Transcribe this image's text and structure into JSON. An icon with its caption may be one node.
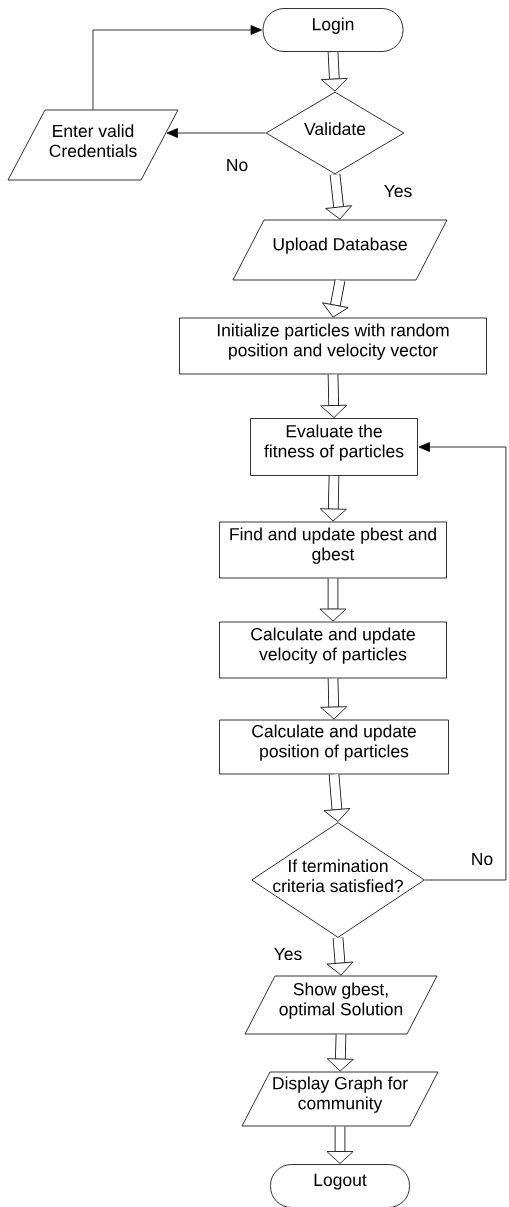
{
  "diagram": {
    "nodes": [
      {
        "text": [
          "Login"
        ]
      },
      {
        "text": [
          "Validate"
        ]
      },
      {
        "text": [
          "Enter valid Credentials"
        ]
      },
      {
        "text": [
          "Upload Database"
        ]
      },
      {
        "text": [
          "Initialize particles with random position and velocity vector"
        ]
      },
      {
        "text": [
          "Evaluate the fitness of particles"
        ]
      },
      {
        "text": [
          "Find and update pbest and gbest"
        ]
      },
      {
        "text": [
          "Calculate and update velocity of particles"
        ]
      },
      {
        "text": [
          "Calculate and update position of particles"
        ]
      },
      {
        "text": [
          "If termination criteria satisfied?"
        ]
      },
      {
        "text": [
          "Show gbest, optimal Solution"
        ]
      },
      {
        "text": [
          "Display Graph for community"
        ]
      },
      {
        "text": [
          "Logout"
        ]
      }
    ],
    "edges": [
      {
        "from": 0,
        "to": 1,
        "arrow": "to"
      },
      {
        "from": 1,
        "to": 2,
        "arrow": "to",
        "label": "No"
      },
      {
        "from": 2,
        "to": 0,
        "arrow": "to"
      },
      {
        "from": 1,
        "to": 3,
        "arrow": "to",
        "label": "Yes"
      },
      {
        "from": 3,
        "to": 4,
        "arrow": "to"
      },
      {
        "from": 4,
        "to": 5,
        "arrow": "to"
      },
      {
        "from": 5,
        "to": 6,
        "arrow": "to"
      },
      {
        "from": 6,
        "to": 7,
        "arrow": "to"
      },
      {
        "from": 7,
        "to": 8,
        "arrow": "to"
      },
      {
        "from": 8,
        "to": 9,
        "arrow": "to"
      },
      {
        "from": 9,
        "to": 5,
        "arrow": "to",
        "label": "No"
      },
      {
        "from": 9,
        "to": 10,
        "arrow": "to",
        "label": "Yes"
      },
      {
        "from": 10,
        "to": 11,
        "arrow": "to"
      },
      {
        "from": 11,
        "to": 12,
        "arrow": "to"
      }
    ]
  }
}
